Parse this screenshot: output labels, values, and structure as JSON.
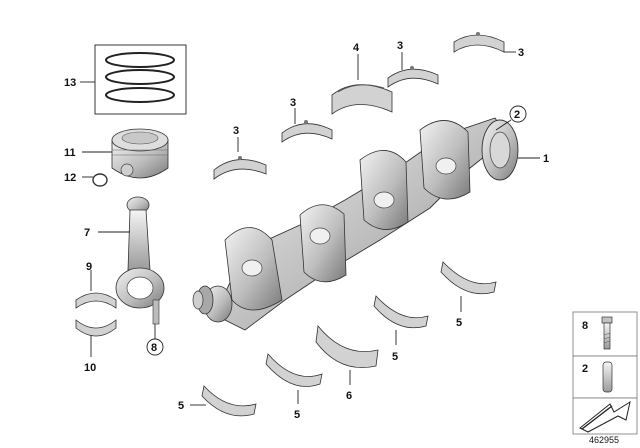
{
  "callouts": {
    "piston_rings": "13",
    "piston": "11",
    "circlip": "12",
    "conrod": "7",
    "conrod_bearing_upper": "9",
    "conrod_bearing_lower": "10",
    "bolt_circled": "8",
    "main_bearing_a": "3",
    "main_bearing_b": "3",
    "main_bearing_c": "3",
    "main_bearing_d": "3",
    "thrust_bearing": "4",
    "dowel_circled": "2",
    "crankshaft": "1",
    "lower_bearing_a": "5",
    "lower_bearing_b": "5",
    "lower_bearing_c": "5",
    "lower_bearing_d": "5",
    "lower_thrust_bearing": "6"
  },
  "legend": {
    "bolt_label": "8",
    "dowel_label": "2"
  },
  "document_number": "462955",
  "icons": [
    "piston-icon",
    "crankshaft-icon",
    "bearing-shell-icon",
    "bolt-icon",
    "dowel-pin-icon",
    "arrow-icon"
  ]
}
